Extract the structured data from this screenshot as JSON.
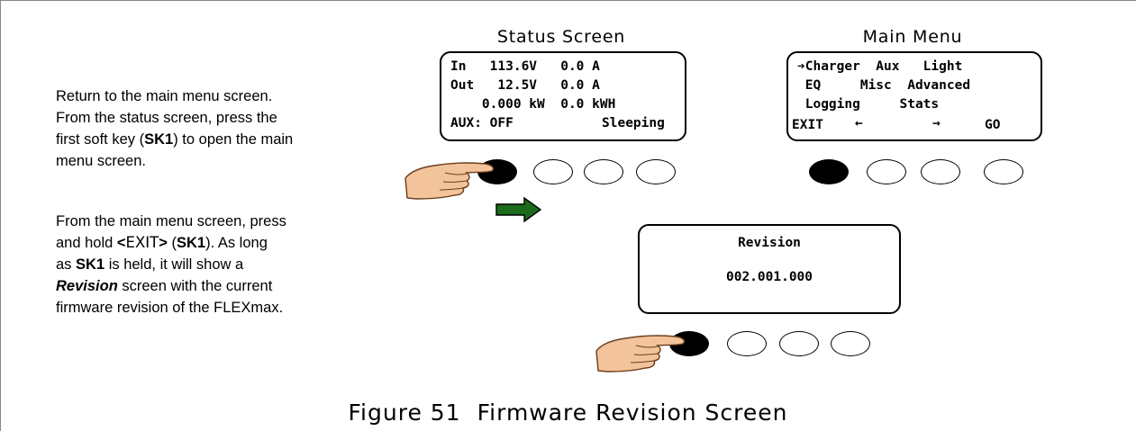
{
  "instructions": {
    "step1": {
      "line1": "Return to the main menu screen.",
      "line2": "From the status screen, press the",
      "line3_pre": "first soft key (",
      "line3_key": "SK1",
      "line3_post": ") to open the main",
      "line4": "menu screen."
    },
    "step2": {
      "line1": "From the main menu screen, press",
      "line2_pre": "and hold ",
      "line2_lt": "<",
      "line2_exit": "EXIT",
      "line2_gt": ">",
      "line2_mid": " (",
      "line2_key": "SK1",
      "line2_post": ").  As long",
      "line3_pre": "as ",
      "line3_key": "SK1",
      "line3_post": " is held, it will show a",
      "line4_em": "Revision",
      "line4_post": " screen with the current",
      "line5": "firmware revision of the FLEXmax."
    }
  },
  "status_screen": {
    "title": "Status Screen",
    "row1": "In   113.6V   0.0 A",
    "row2": "Out   12.5V   0.0 A",
    "row3": "    0.000 kW  0.0 kWH",
    "row4_left": "AUX: OFF",
    "row4_right": "Sleeping"
  },
  "main_menu": {
    "title": "Main Menu",
    "row1_arrow": "➔",
    "row1": "Charger  Aux   Light",
    "row2": " EQ     Misc  Advanced",
    "row3": " Logging     Stats",
    "softkeys": [
      "EXIT",
      "←",
      "→",
      "GO"
    ]
  },
  "revision_screen": {
    "title": "Revision",
    "value": "002.001.000"
  },
  "figure": {
    "number": "Figure 51",
    "title": "Firmware Revision Screen"
  },
  "colors": {
    "arrow_fill": "#1a6b1a",
    "hand_fill": "#f3c49b",
    "hand_stroke": "#6b3c1c"
  }
}
